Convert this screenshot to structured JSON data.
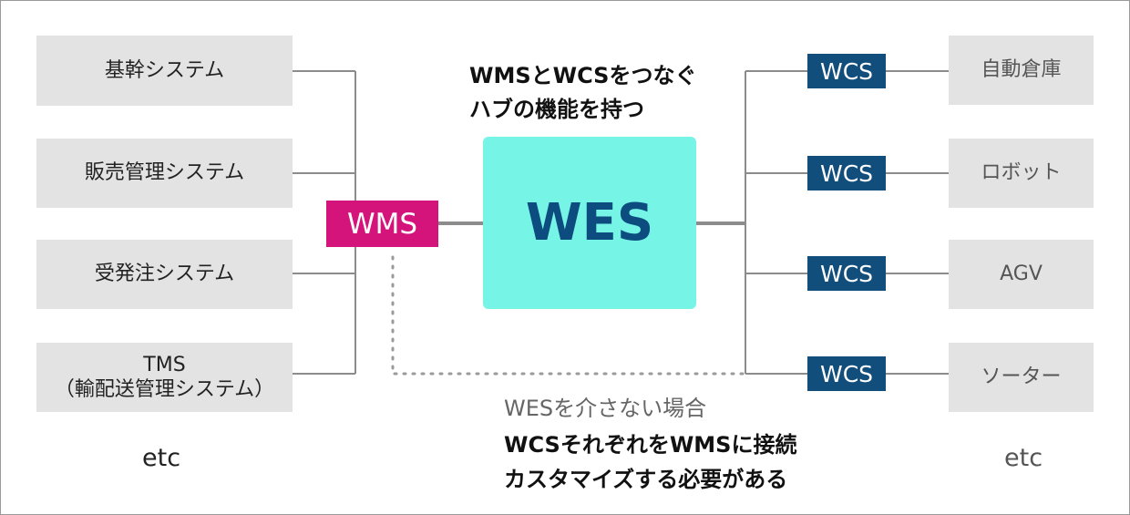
{
  "colors": {
    "wms": "#d4137b",
    "wes_bg": "#76f5e7",
    "wes_text": "#0d4c7f",
    "wcs": "#124e7c",
    "box_bg": "#e3e3e3",
    "connector": "#8c8c8c"
  },
  "left_systems": [
    "基幹システム",
    "販売管理システム",
    "受発注システム",
    "TMS\n（輸配送管理システム）"
  ],
  "left_etc": "etc",
  "wms_label": "WMS",
  "wes_label": "WES",
  "hub_caption": [
    "WMSとWCSをつなぐ",
    "ハブの機能を持つ"
  ],
  "wcs_labels": [
    "WCS",
    "WCS",
    "WCS",
    "WCS"
  ],
  "right_devices": [
    "自動倉庫",
    "ロボット",
    "AGV",
    "ソーター"
  ],
  "right_etc": "etc",
  "no_wes_title": "WESを介さない場合",
  "no_wes_note": [
    "WCSそれぞれをWMSに接続",
    "カスタマイズする必要がある"
  ]
}
